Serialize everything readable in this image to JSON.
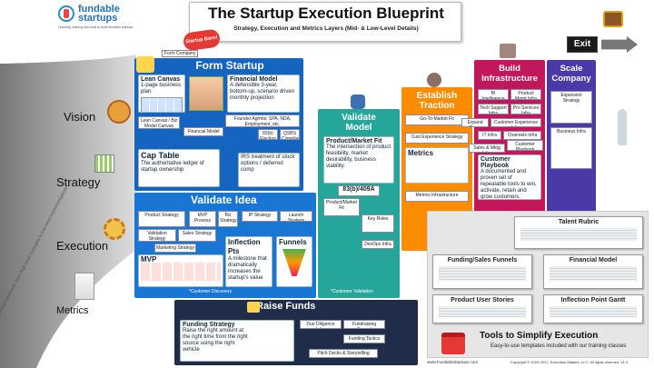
{
  "brand": {
    "name_line1": "fundable",
    "name_line2": "startups",
    "tagline": "Learning, training and tools to build fundable startups"
  },
  "title": "The Startup Execution Blueprint",
  "subtitle": "Strategy, Execution and Metrics Layers (Mid- & Low-Level Details)",
  "exit_label": "Exit",
  "startup_born": "Startup Born!",
  "form_company": "Form Company",
  "layers": [
    "Vision",
    "Strategy",
    "Execution",
    "Metrics"
  ],
  "side_text": "A connected framework from high-level concepts to low-level implementations",
  "form_startup": {
    "title": "Form Startup",
    "lean_canvas": "Lean Canvas",
    "lean_canvas_sub": "1-page business plan",
    "financial_model": "Financial Model",
    "financial_model_desc": "A defensible 3-year, bottom-up, scenario driven monthly projection",
    "lean_canvas_bm": "Lean Canvas / Biz Model Canvas",
    "founder_agrmts": "Founder Agrmts: SPA, NDA, Employment, etc.",
    "cap_table": "Cap Table",
    "cap_table_desc": "The authoritative ledger of startup ownership",
    "section_83b": "83(b) Election",
    "qsbs": "QSBS Compliance",
    "stock_desc": "IRS treatment of stock options / deferred comp"
  },
  "validate_idea": {
    "title": "Validate Idea",
    "product_strategy": "Product Strategy",
    "mvp_process": "MVP Process",
    "biz_strategy": "Biz Strategy",
    "ip_strategy": "IP Strategy",
    "sales_strategy": "Sales Strategy",
    "validation_strategy": "Validation Strategy",
    "marketing_strategy": "Marketing Strategy",
    "launch_strategy": "Launch Strategy",
    "mvp": "MVP",
    "inflection_pts": "Inflection Pts",
    "inflection_desc": "A milestone that dramatically increases the startup's value",
    "funnels": "Funnels",
    "customer_discovery": "*Customer Discovery"
  },
  "validate_model": {
    "title": "Validate Model",
    "pmf": "Product/Market Fit",
    "pmf_desc": "The intersection of product feasibility, market desirability, business viability.",
    "metrics_83b": "83(b)/409A",
    "key_roles": "Key Roles",
    "devops": "DevOps Infra",
    "customer_validation": "*Customer Validation"
  },
  "establish_traction": {
    "title": "Establish Traction",
    "gtm": "Go-To-Market Fit",
    "cx_strategy": "Cust Experience Strategy",
    "metrics": "Metrics",
    "metrics_infra": "Metrics Infrastructure"
  },
  "build_infra": {
    "title": "Build Infrastructure",
    "bi_infra": "BI Intelligence Infra",
    "product_mgmt": "Product Mgmt Infra",
    "tech_support": "Tech Support Infra",
    "pro_services": "Pro Services Infra",
    "expand_team": "Expand Team",
    "cx_infra": "Customer Experience Infra",
    "it_infra": "IT Infra",
    "channels_infra": "Channels Infra",
    "sales_mktg": "Sales & Mktg Infra",
    "customer_playbook": "Customer Playbook",
    "playbook_desc": "A documented and proven set of repeatable tools to win, activate, retain and grow customers."
  },
  "scale_company": {
    "title": "Scale Company",
    "expansion": "Expansion Strategy",
    "business_infra": "Business Infra"
  },
  "raise_funds": {
    "title": "Raise Funds",
    "funding_strategy": "Funding Strategy",
    "funding_desc": "Raise the right amount at the right time from the right source using the right vehicle",
    "due_diligence": "Due Diligence Infra",
    "fundraising_funnel": "Fundraising Funnel",
    "funding_tactics": "Funding Tactics",
    "pitch_decks": "Pitch Decks & Storytelling"
  },
  "tools": {
    "talent_rubric": "Talent Rubric",
    "funding_funnels": "Funding/Sales Funnels",
    "financial_model": "Financial Model",
    "product_stories": "Product User Stories",
    "inflection_gantt": "Inflection Point Gantt",
    "title": "Tools to Simplify Execution",
    "subtitle": "Easy-to-use templates included with our training classes"
  },
  "footer_url": "www.FundableStartups.com",
  "copyright": "Copyright © 2020-2021, Execution Matters, LLC. All rights reserved. v1.4"
}
